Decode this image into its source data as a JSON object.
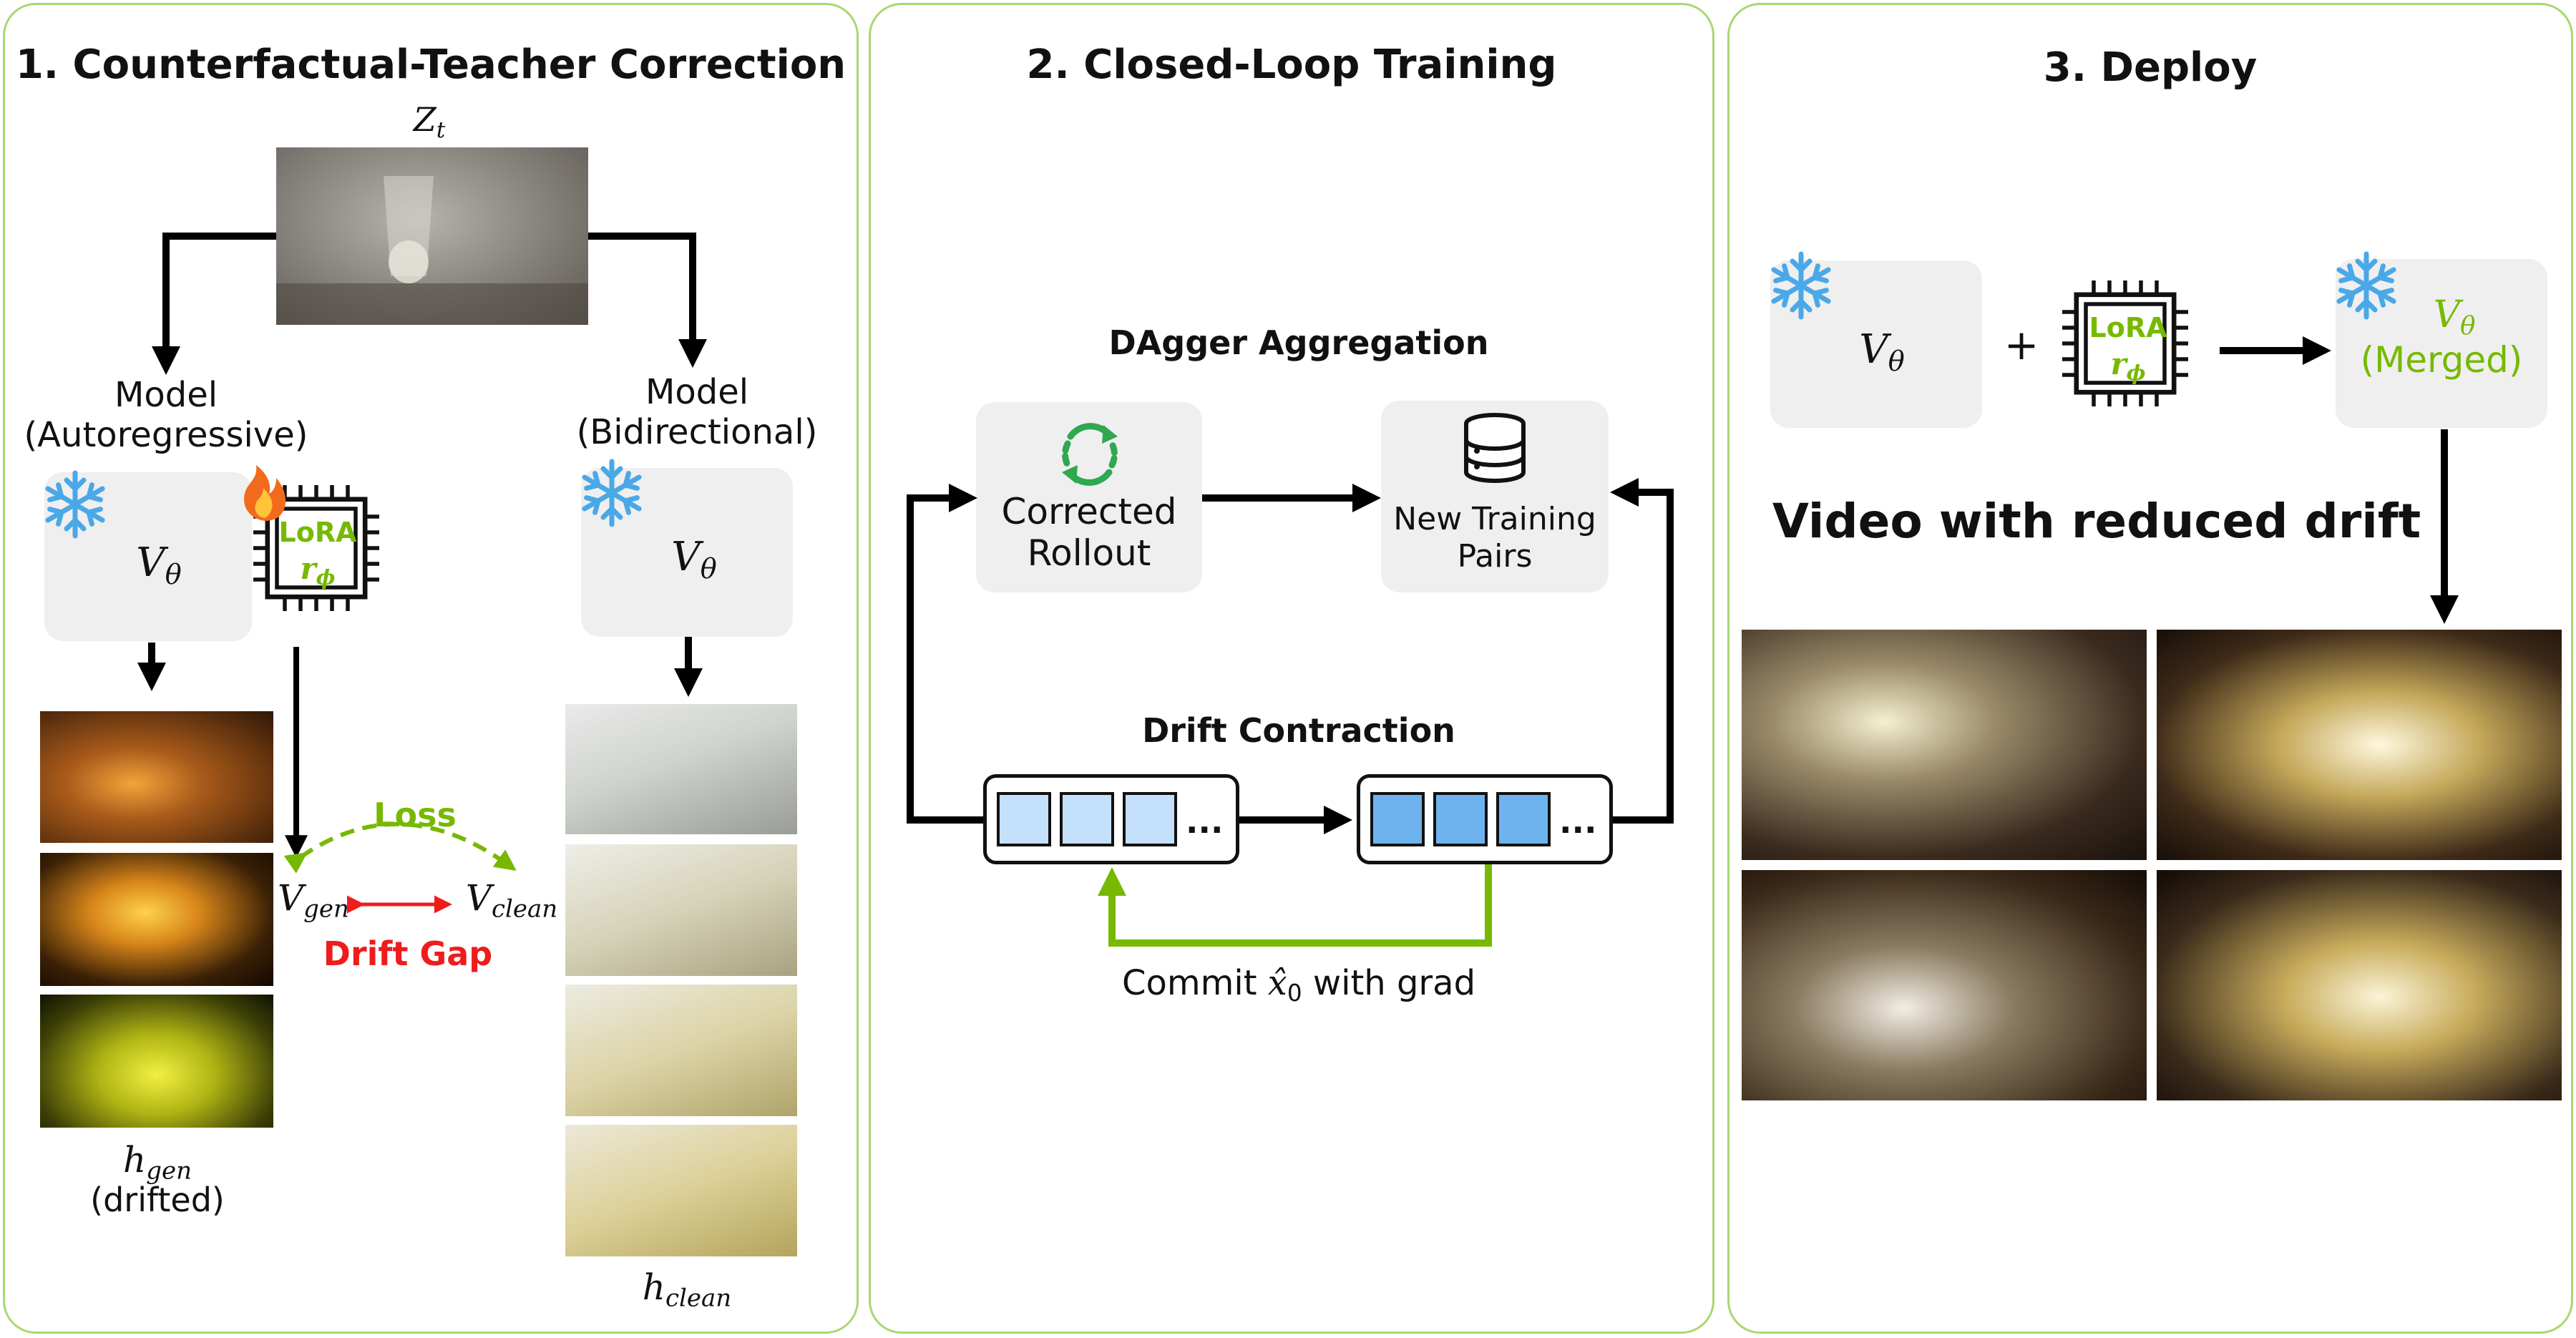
{
  "panel1": {
    "title": "1. Counterfactual-Teacher Correction",
    "z_symbol": "Z",
    "z_sub": "t",
    "model_ar_line1": "Model",
    "model_ar_line2": "(Autoregressive)",
    "model_bi_line1": "Model",
    "model_bi_line2": "(Bidirectional)",
    "v_symbol": "V",
    "v_sub": "θ",
    "lora_label": "LoRA",
    "lora_r": "r",
    "lora_r_sub": "ϕ",
    "loss_label": "Loss",
    "vgen_symbol": "V",
    "vgen_sub": "gen",
    "vclean_symbol": "V",
    "vclean_sub": "clean",
    "drift_gap_label": "Drift Gap",
    "hgen_symbol": "h",
    "hgen_sub": "gen",
    "hgen_note": "(drifted)",
    "hclean_symbol": "h",
    "hclean_sub": "clean"
  },
  "panel2": {
    "title": "2. Closed-Loop Training",
    "dagger_label": "DAgger Aggregation",
    "corrected_line1": "Corrected",
    "corrected_line2": "Rollout",
    "new_pairs_line1": "New Training",
    "new_pairs_line2": "Pairs",
    "drift_contraction_label": "Drift Contraction",
    "ellipsis": "...",
    "commit_prefix": "Commit ",
    "commit_symbol": "x̂",
    "commit_sub": "0",
    "commit_suffix": " with grad"
  },
  "panel3": {
    "title": "3. Deploy",
    "v_symbol": "V",
    "v_sub": "θ",
    "plus": "+",
    "lora_label": "LoRA",
    "lora_r": "r",
    "lora_r_sub": "ϕ",
    "merged_symbol": "V",
    "merged_sub": "θ",
    "merged_label": "(Merged)",
    "video_caption": "Video with reduced drift"
  },
  "colors": {
    "panel_border": "#a8d870",
    "accent_green": "#76b900",
    "drift_red": "#ee1c1c",
    "snowflake_blue": "#4aa8e8",
    "box_gray": "#efefef",
    "cell_light_blue": "#c4e0fa",
    "cell_blue": "#6fb3ee"
  }
}
